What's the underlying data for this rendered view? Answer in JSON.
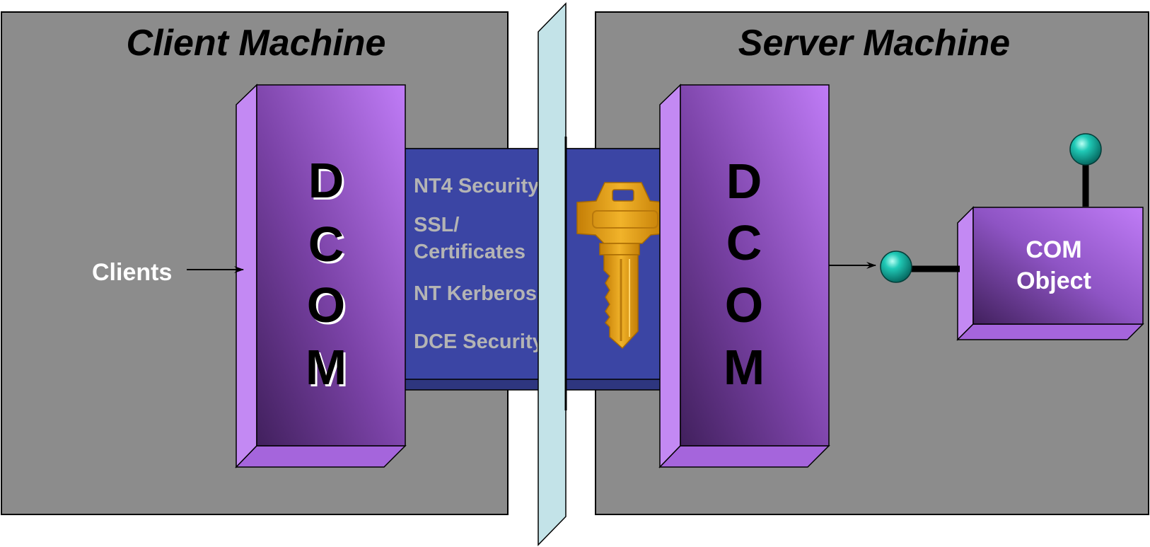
{
  "client": {
    "title": "Client Machine",
    "clients_label": "Clients",
    "dcom_letters": [
      "D",
      "C",
      "O",
      "M"
    ]
  },
  "server": {
    "title": "Server Machine",
    "dcom_letters": [
      "D",
      "C",
      "O",
      "M"
    ],
    "com_object": {
      "line1": "COM",
      "line2": "Object"
    }
  },
  "security": {
    "items": [
      {
        "lines": [
          "NT4 Security"
        ]
      },
      {
        "lines": [
          "SSL/",
          "Certificates"
        ]
      },
      {
        "lines": [
          "NT Kerberos"
        ]
      },
      {
        "lines": [
          "DCE Security"
        ]
      }
    ],
    "key_icon": "key-icon"
  },
  "colors": {
    "machine_bg": "#8c8c8c",
    "dcom_dark": "#4a2466",
    "dcom_light": "#c07cf7",
    "channel": "#3b45a4",
    "firewall": "#c3e3e8",
    "lollipop": "#16b7a7",
    "key": "#e8a51c"
  }
}
